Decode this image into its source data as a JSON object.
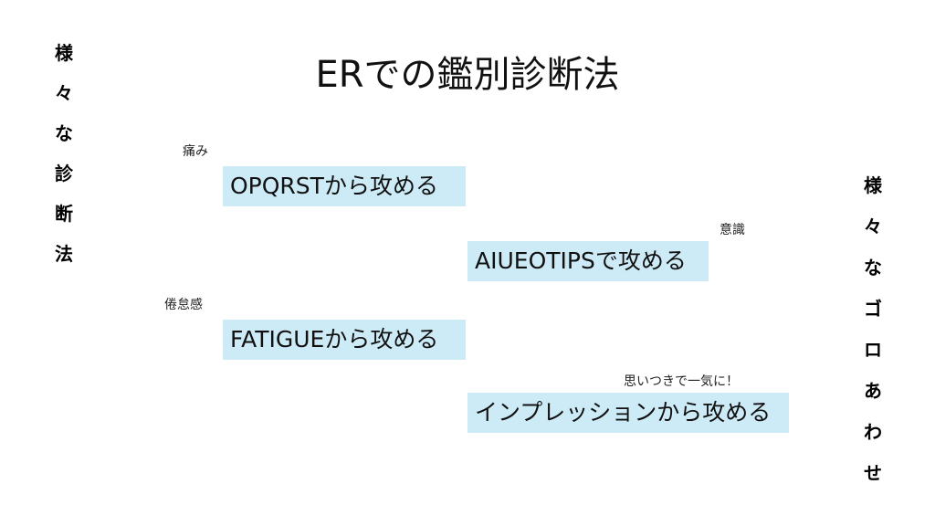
{
  "slide": {
    "title": "ERでの鑑別診断法",
    "left_vertical": [
      "様",
      "々",
      "な",
      "診",
      "断",
      "法"
    ],
    "right_vertical": [
      "様",
      "々",
      "な",
      "ゴ",
      "ロ",
      "あ",
      "わ",
      "せ"
    ],
    "methods": [
      {
        "note": "痛み",
        "label": "OPQRSTから攻める"
      },
      {
        "note": "意識",
        "label": "AIUEOTIPSで攻める"
      },
      {
        "note": "倦怠感",
        "label": "FATIGUEから攻める"
      },
      {
        "note": "思いつきで一気に！",
        "label": "インプレッションから攻める"
      }
    ],
    "colors": {
      "box_fill": "#cdebf7",
      "text": "#111111"
    }
  }
}
